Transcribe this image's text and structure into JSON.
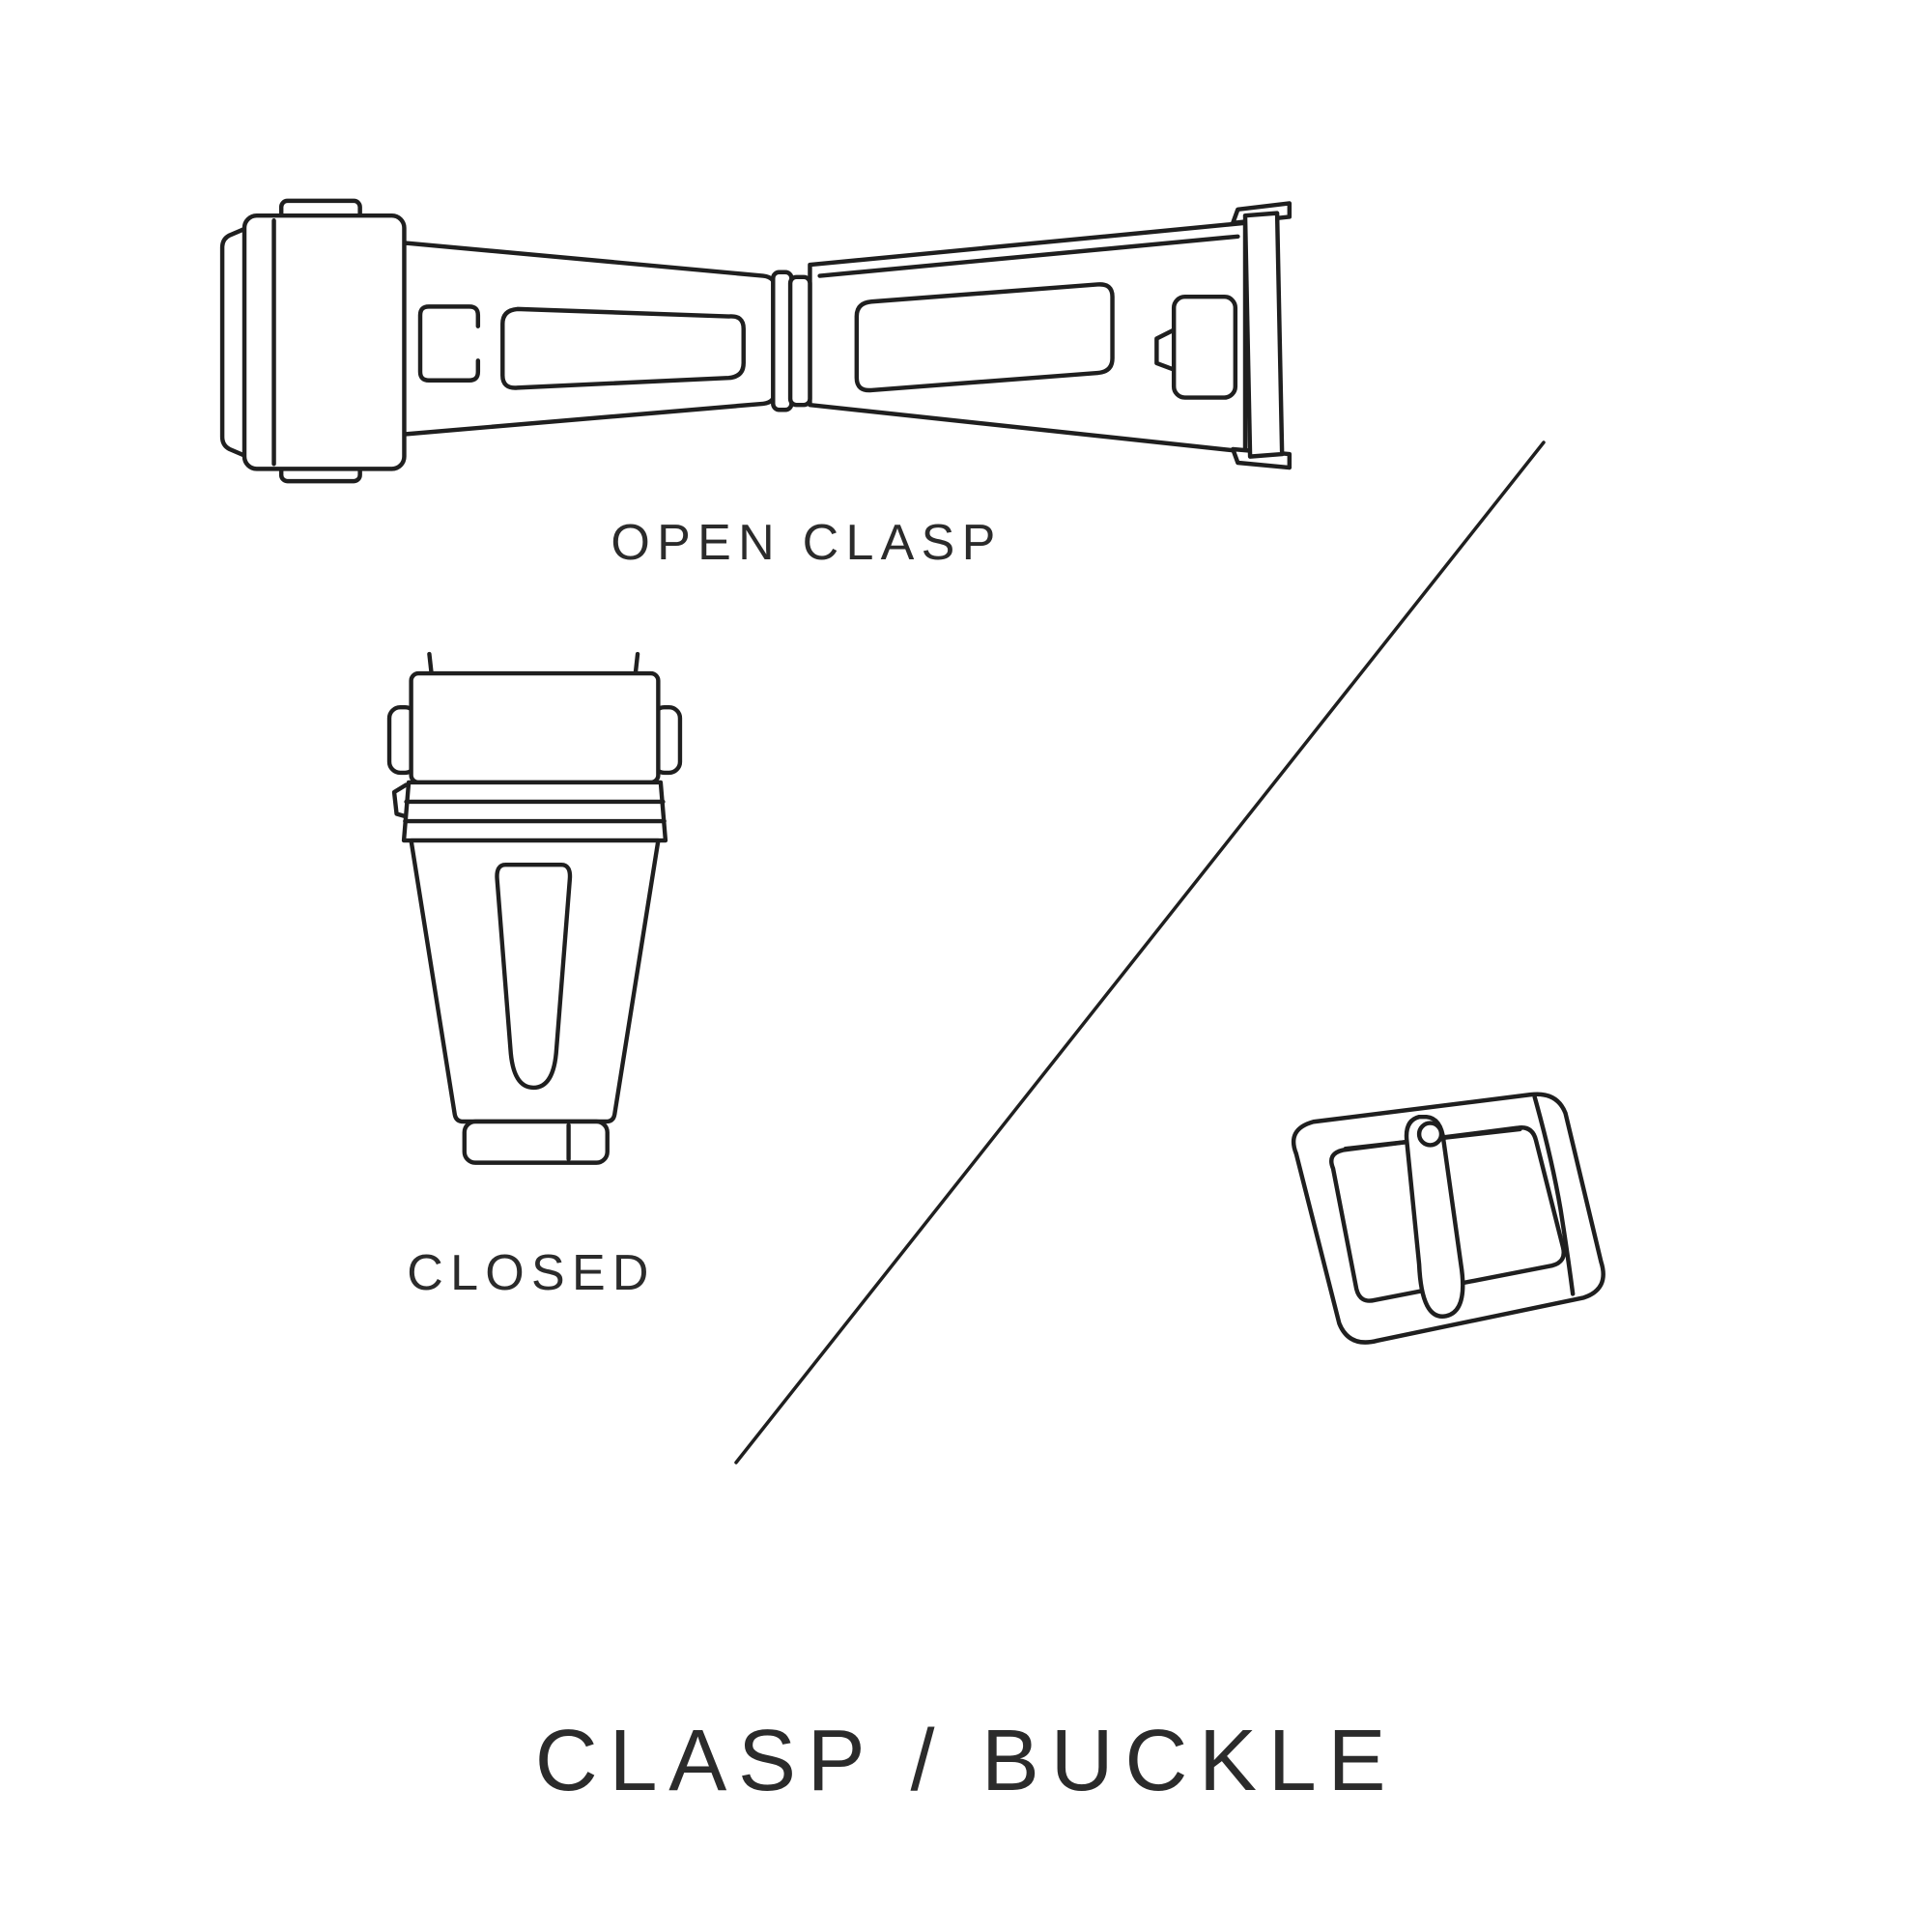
{
  "page": {
    "background_color": "#ffffff",
    "line_color": "#1f1f1f",
    "text_color": "#2b2b2b"
  },
  "labels": {
    "open_clasp": "OPEN CLASP",
    "closed": "CLOSED",
    "title": "CLASP / BUCKLE"
  },
  "illustrations": {
    "open_clasp": "open-deployant-clasp-line-drawing",
    "closed_clasp": "closed-clasp-line-drawing",
    "buckle": "tang-buckle-line-drawing",
    "divider": "diagonal-divider-line"
  }
}
